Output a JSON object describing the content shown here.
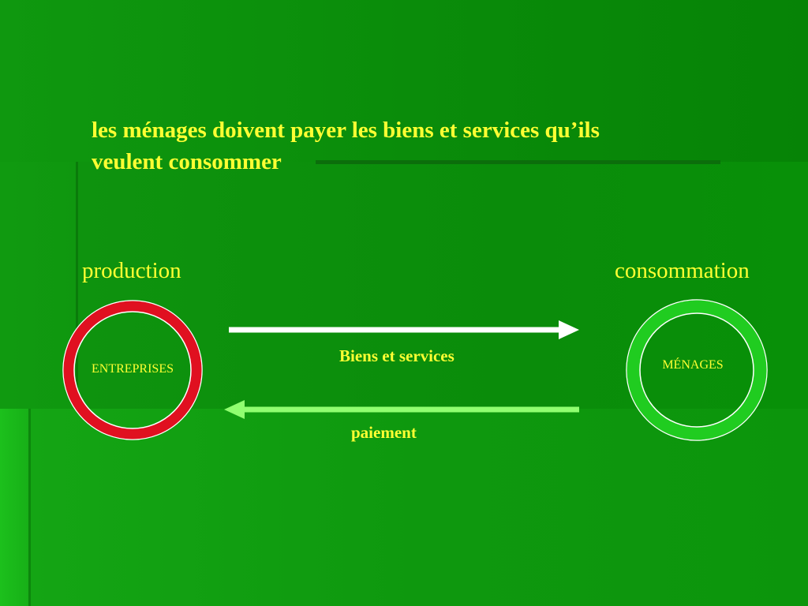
{
  "slide": {
    "title_line1": "les ménages doivent payer les biens et services qu’ils",
    "title_line2": "veulent consommer"
  },
  "nodes": {
    "production_label": "production",
    "consommation_label": "consommation",
    "entreprises": "ENTREPRISES",
    "menages": "MÉNAGES"
  },
  "flows": {
    "goods_label": "Biens et services",
    "payment_label": "paiement"
  },
  "colors": {
    "text": "#ffff33",
    "entreprises_ring": "#e01020",
    "menages_ring": "#20cc20",
    "goods_arrow": "#ffffff",
    "payment_arrow": "#90ff70"
  }
}
